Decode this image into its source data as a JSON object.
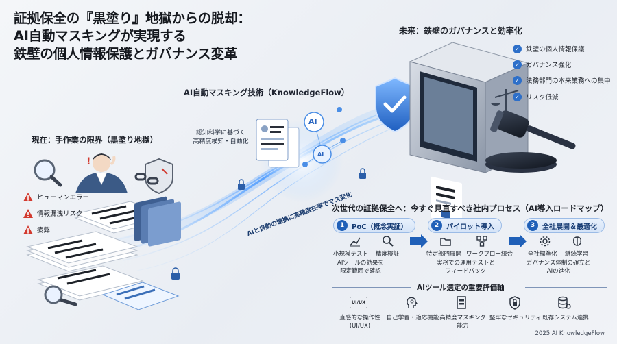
{
  "title": {
    "line1": "証拠保全の『黒塗り』地獄からの脱却：",
    "line2": "AI自動マスキングが実現する",
    "line3": "鉄壁の個人情報保護とガバナンス変革"
  },
  "current": {
    "heading": "現在：手作業の限界（黒塗り地獄）",
    "risks": [
      "ヒューマンエラー",
      "情報漏洩リスク",
      "疲弊"
    ]
  },
  "technology": {
    "heading": "AI自動マスキング技術（KnowledgeFlow）",
    "cognitive_line1": "認知科学に基づく",
    "cognitive_line2": "高精度検知・自動化",
    "badge": "AI",
    "flow_caption": "AIと自動の連携に高精度在率でマス変化"
  },
  "future": {
    "heading": "未来：鉄壁のガバナンスと効率化",
    "items": [
      "鉄壁の個人情報保護",
      "ガバナンス強化",
      "法務部門の本来業務への集中",
      "リスク低減"
    ]
  },
  "roadmap": {
    "title": "次世代の証拠保全へ：今すぐ見直すべき社内プロセス（AI導入ロードマップ）",
    "phases": [
      {
        "num": "1",
        "label": "PoC（概念実証）",
        "sub1": "小規模テスト",
        "sub2": "精度検証",
        "desc1": "AIツールの効果を",
        "desc2": "限定範囲で確認"
      },
      {
        "num": "2",
        "label": "パイロット導入",
        "sub1": "特定部門展開",
        "sub2": "ワークフロー統合",
        "desc1": "実務での運用テストと",
        "desc2": "フィードバック"
      },
      {
        "num": "3",
        "label": "全社展開＆最適化",
        "sub1": "全社標準化",
        "sub2": "継続学習",
        "desc1": "ガバナンス体制の確立と",
        "desc2": "AIの進化"
      }
    ]
  },
  "criteria": {
    "title": "AIツール選定の重要評価軸",
    "ui_badge": "UI/UX",
    "items": [
      {
        "line1": "直感的な操作性",
        "line2": "(UI/UX)"
      },
      {
        "line1": "自己学習・適応機能",
        "line2": ""
      },
      {
        "line1": "高精度マスキング",
        "line2": "能力"
      },
      {
        "line1": "堅牢なセキュリティ",
        "line2": ""
      },
      {
        "line1": "既存システム連携",
        "line2": ""
      }
    ]
  },
  "footer": "2025 AI KnowledgeFlow",
  "colors": {
    "accent": "#2d6fc9",
    "warning": "#d23a2f",
    "flow": "#5aa8ff",
    "navy": "#173c74"
  }
}
